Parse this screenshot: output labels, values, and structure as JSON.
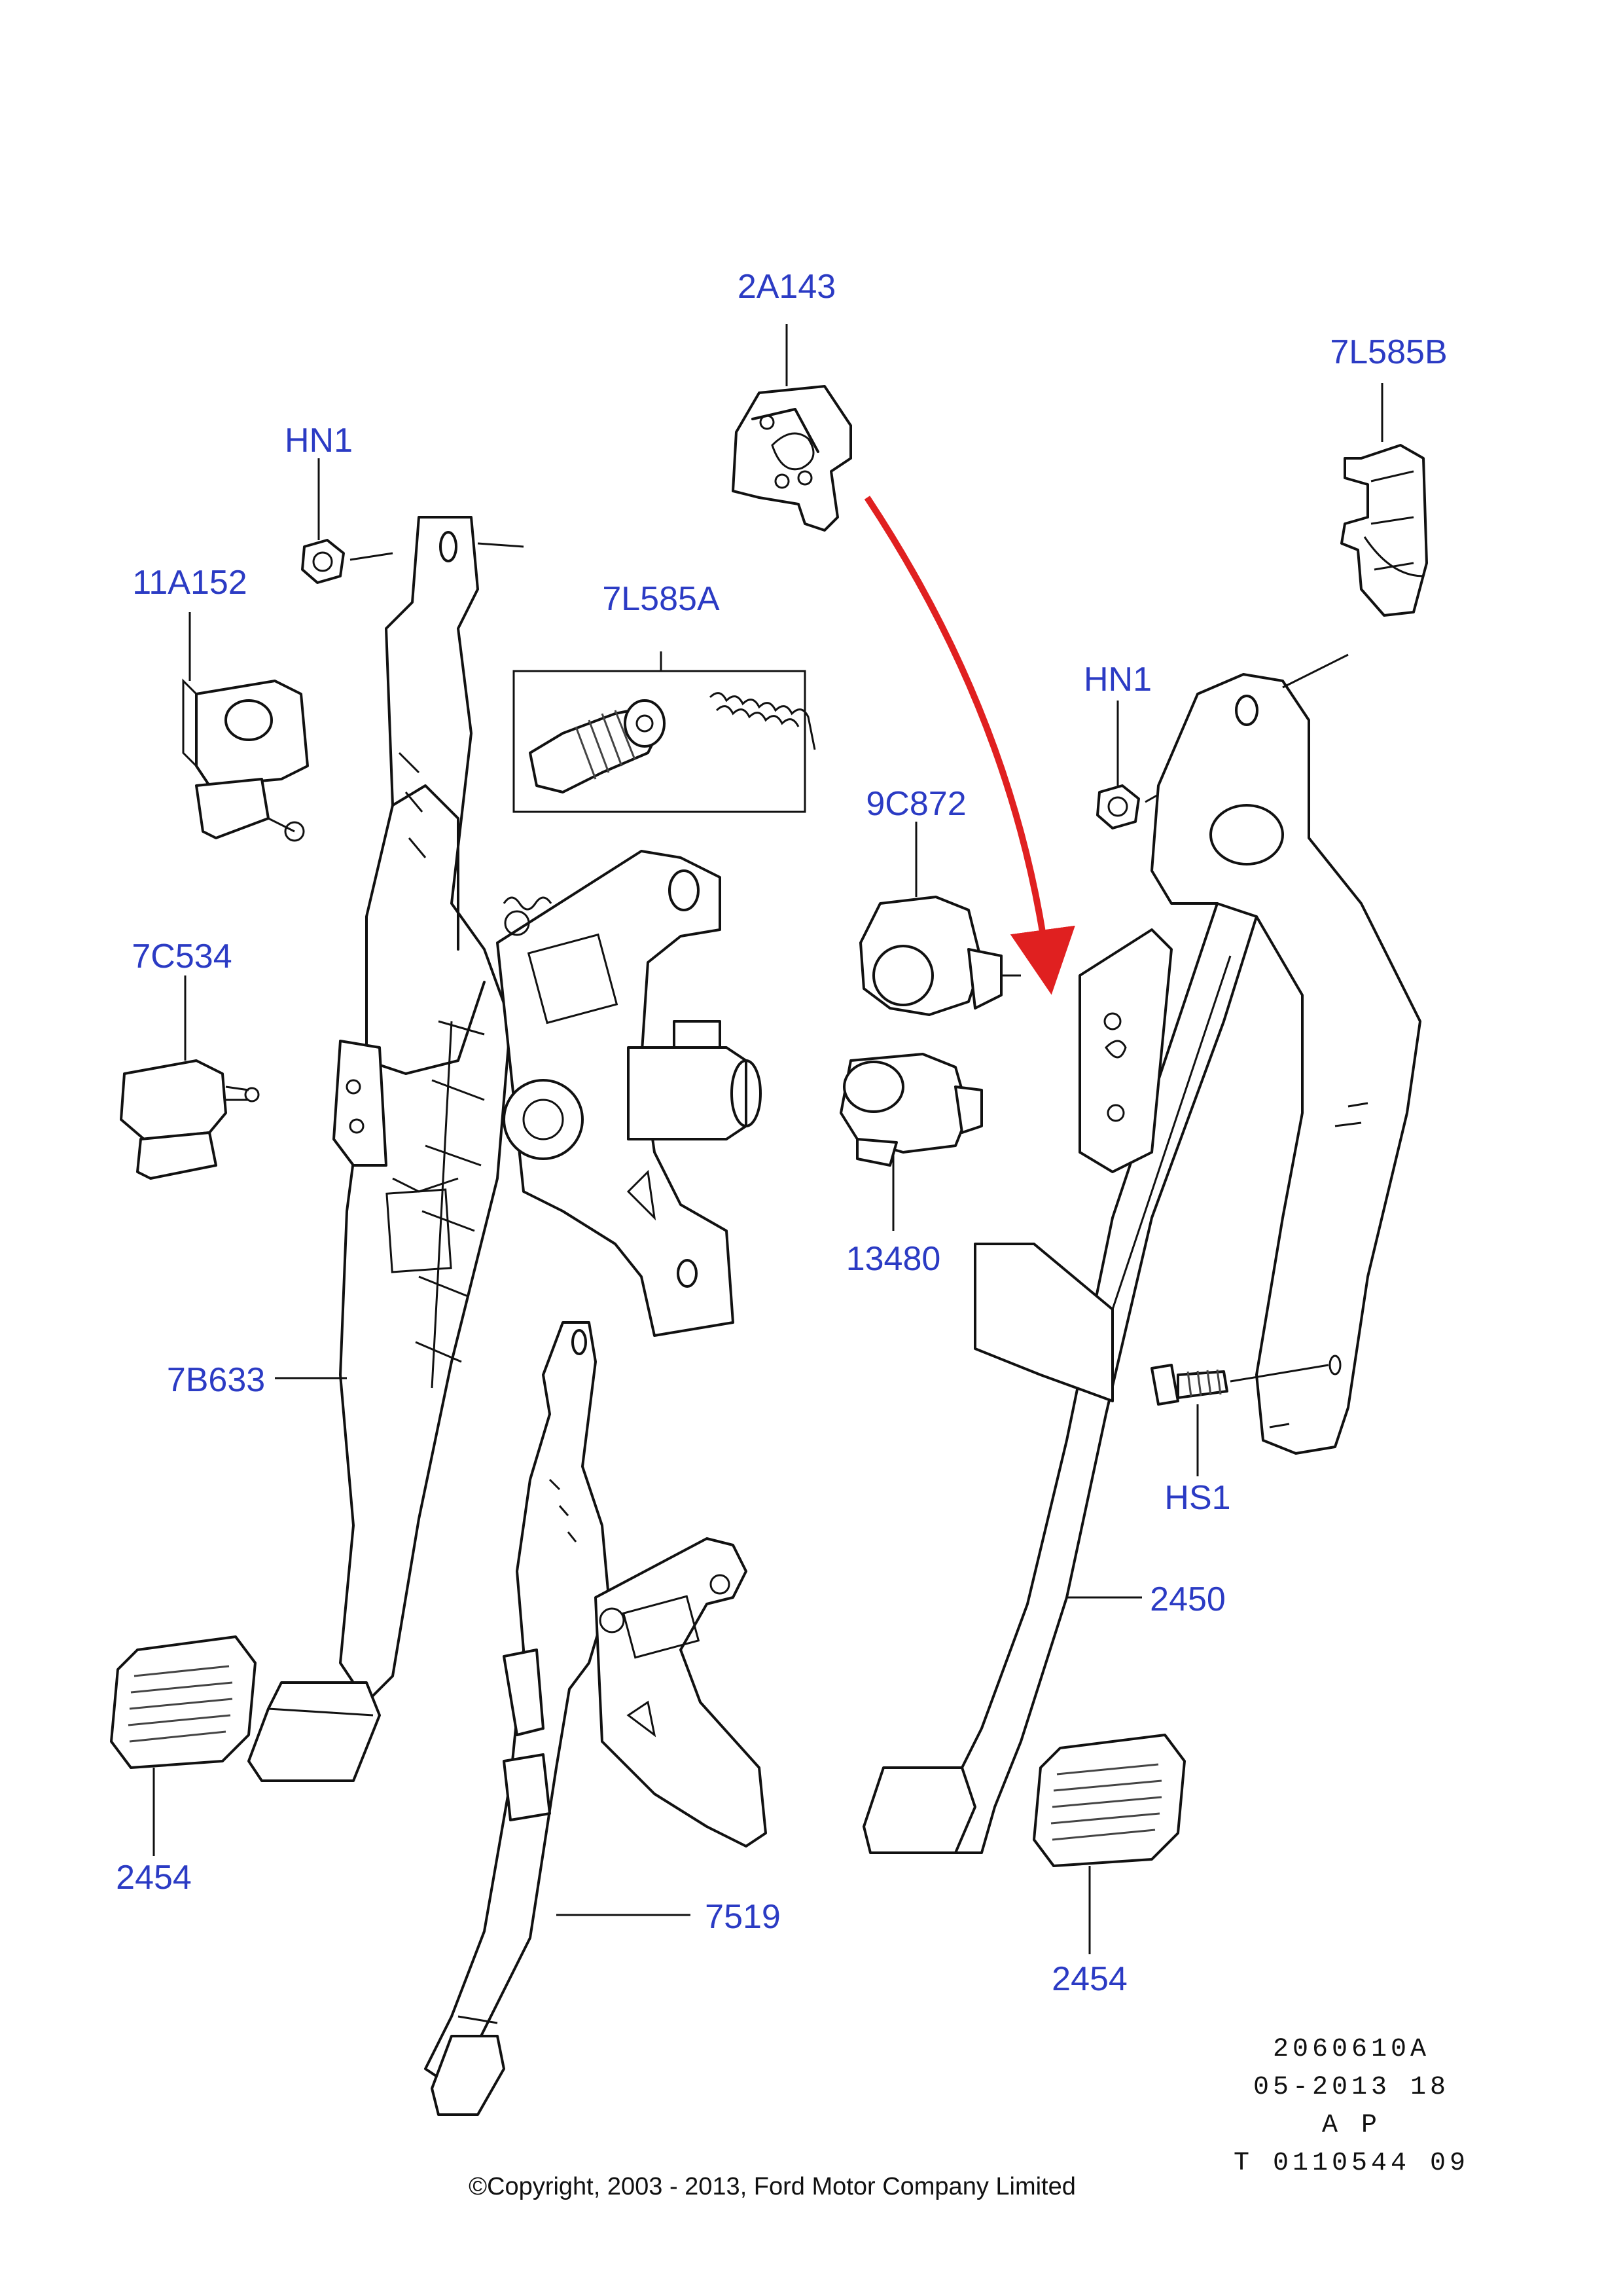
{
  "labels": {
    "l_2a143": "2A143",
    "l_7l585b": "7L585B",
    "l_hn1_left": "HN1",
    "l_11a152": "11A152",
    "l_7l585a": "7L585A",
    "l_hn1_right": "HN1",
    "l_9c872": "9C872",
    "l_7c534": "7C534",
    "l_13480": "13480",
    "l_7b633": "7B633",
    "l_hs1": "HS1",
    "l_2450": "2450",
    "l_2454_left": "2454",
    "l_7519": "7519",
    "l_2454_right": "2454"
  },
  "reference": {
    "line1": "2060610A",
    "line2": "05-2013 18",
    "line3": "A P",
    "line4": "T 0110544 09"
  },
  "copyright": "©Copyright, 2003 - 2013, Ford Motor Company Limited",
  "colors": {
    "label_blue": "#2b3bc4",
    "arrow_red": "#e02020",
    "line_black": "#111111"
  }
}
